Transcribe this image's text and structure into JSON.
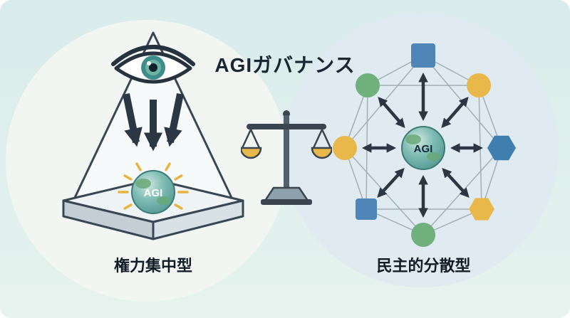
{
  "title": "AGIガバナンス",
  "left": {
    "label": "権力集中型",
    "agi_label": "AGI",
    "icons": [
      "eye-icon",
      "pyramid",
      "downward-arrows",
      "agi-sphere",
      "sparkle-rays"
    ]
  },
  "center": {
    "icon": "balance-scale"
  },
  "right": {
    "label": "民主的分散型",
    "agi_label": "AGI",
    "node_shapes": [
      "square-top",
      "circle-upper-left",
      "circle-upper-right",
      "circle-left",
      "hexagon-right",
      "square-lower-left",
      "hexagon-lower-right",
      "circle-bottom"
    ]
  },
  "colors": {
    "background_top": "#d9ebec",
    "background_bottom": "#e6f3ee",
    "left_backdrop": "#f2f6f2",
    "right_backdrop": "#dfeaf1",
    "title_text": "#1a2632",
    "arrow_dark": "#2b3742",
    "node_green": "#6fb07c",
    "node_yellow": "#e8b84b",
    "node_blue": "#4e86b8",
    "hexagon_blue": "#3f7fb0",
    "sparkle_yellow": "#e8b33f",
    "globe_teal": "#4e948f",
    "network_line_gray": "#a3aeb6"
  }
}
